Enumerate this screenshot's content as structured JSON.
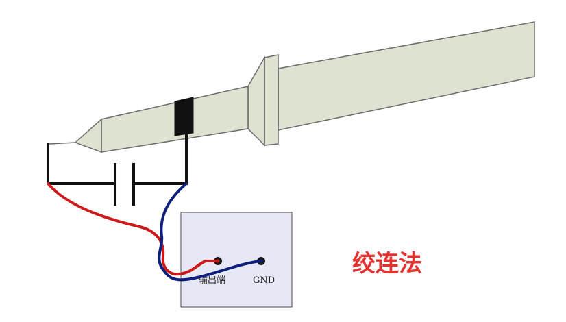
{
  "labels": {
    "output_terminal": "输出端",
    "ground_terminal": "GND",
    "method_caption": "绞连法"
  },
  "colors": {
    "probe_body": "#dde3d0",
    "probe_outline": "#6a6a6a",
    "probe_band": "#111111",
    "board_fill": "#e6e8f5",
    "board_outline": "#666666",
    "signal_wire": "#cc1a1a",
    "ground_wire": "#0d1f7a",
    "capacitor_lead": "#111111",
    "caption": "#e53030"
  }
}
